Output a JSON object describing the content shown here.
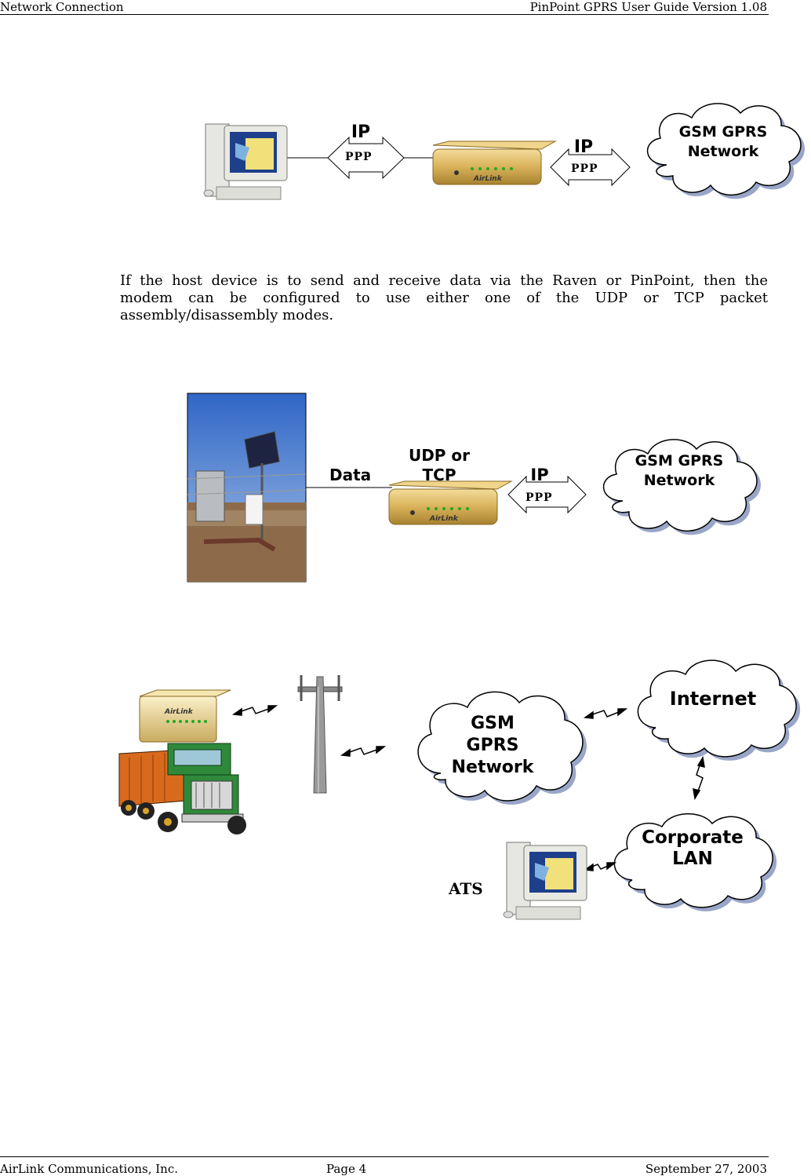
{
  "header": {
    "left": "Network Connection",
    "right": "PinPoint GPRS User Guide Version 1.08"
  },
  "footer": {
    "company": "AirLink Communications, Inc.",
    "page": "Page 4",
    "date": "September 27, 2003"
  },
  "paragraph": {
    "line1": "If the host device is to send and receive data via the Raven or PinPoint, then the",
    "line2": "modem can be configured to use either one of the UDP or TCP packet",
    "line3": "assembly/disassembly modes."
  },
  "figure1": {
    "left_label_ip": "IP",
    "left_label_ppp": "PPP",
    "right_label_ip": "IP",
    "right_label_ppp": "PPP",
    "cloud_line1": "GSM GPRS",
    "cloud_line2": "Network"
  },
  "figure2": {
    "data_label": "Data",
    "protocol_line1": "UDP or",
    "protocol_line2": "TCP",
    "ip_label": "IP",
    "ppp_label": "PPP",
    "cloud_line1": "GSM GPRS",
    "cloud_line2": "Network"
  },
  "figure3": {
    "gsm_line1": "GSM",
    "gsm_line2": "GPRS",
    "gsm_line3": "Network",
    "internet": "Internet",
    "corp_line1": "Corporate",
    "corp_line2": "LAN",
    "ats": "ATS"
  },
  "colors": {
    "modem": "#d9b25a",
    "cloud_shadow": "#9aa6c8",
    "truck_body": "#d86a1e",
    "truck_cab": "#2e8a3a"
  }
}
